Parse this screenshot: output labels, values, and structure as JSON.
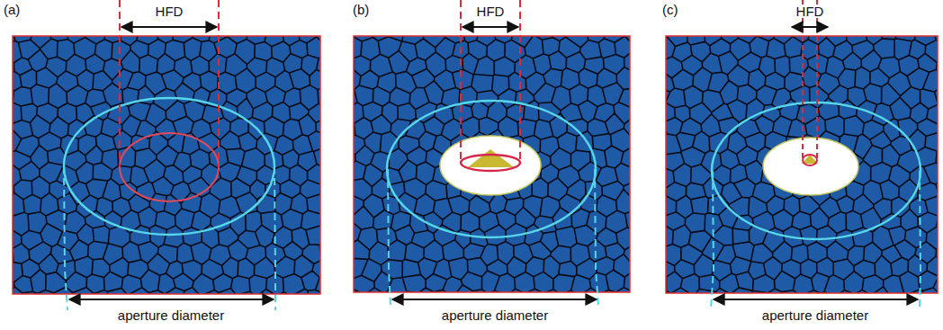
{
  "diagram": {
    "labels": [
      "(a)",
      "HFD",
      "aperture diameter",
      "(b)",
      "HFD",
      "aperture diameter",
      "(c)",
      "HFD",
      "aperture diameter"
    ]
  }
}
